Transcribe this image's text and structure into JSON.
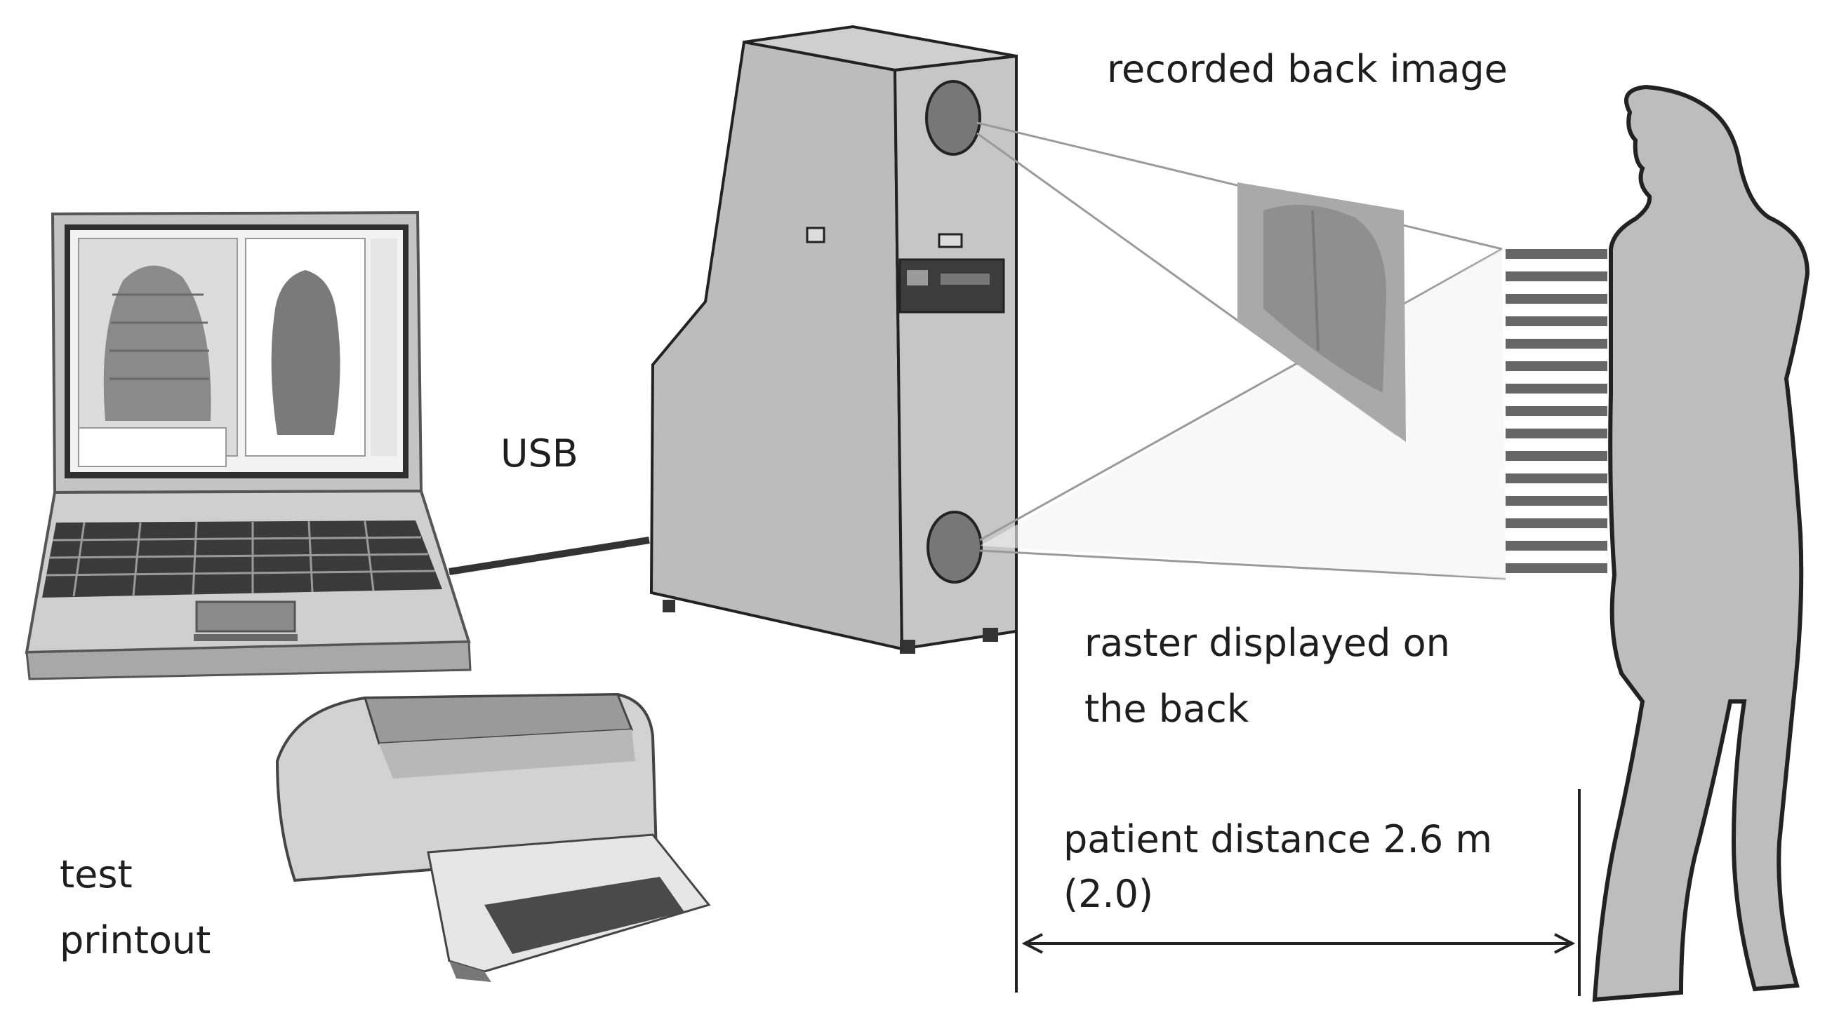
{
  "labels": {
    "recorded_back_image": "recorded back image",
    "usb": "USB",
    "raster_line1": "raster displayed on",
    "raster_line2": "the back",
    "distance_line1": "patient distance 2.6 m",
    "distance_line2": "(2.0)",
    "test_line1": "test",
    "test_line2": "printout"
  },
  "icons": {
    "laptop": "laptop-icon",
    "printer": "printer-icon",
    "scanner": "scanner-tower-icon",
    "patient": "patient-silhouette-icon"
  },
  "colors": {
    "device_gray": "#bdbdbd",
    "raster_stripe": "#666666",
    "silhouette": "#bdbdbd",
    "outline": "#222222"
  }
}
